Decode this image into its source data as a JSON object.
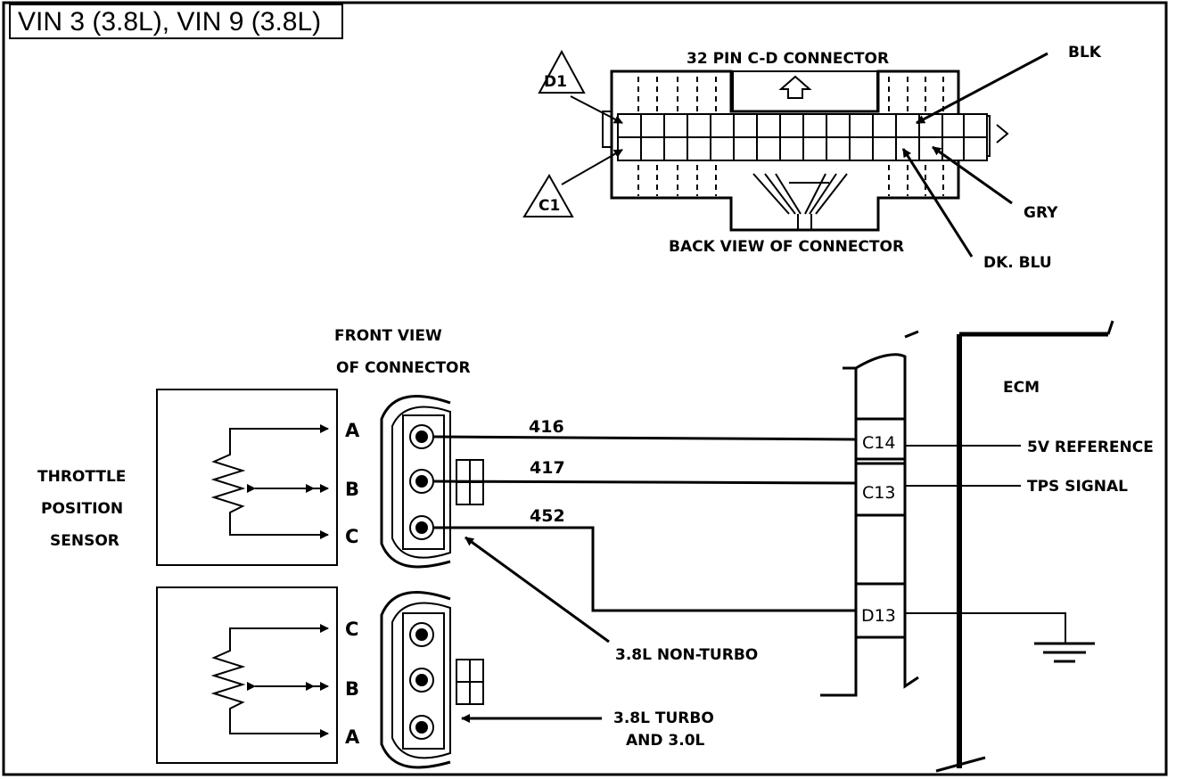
{
  "title": "VIN 3 (3.8L), VIN 9 (3.8L)",
  "back_connector": {
    "title": "32 PIN C-D  CONNECTOR",
    "caption": "BACK VIEW OF CONNECTOR",
    "row_d": "D1",
    "row_c": "C1",
    "wire_blk": "BLK",
    "wire_gry": "GRY",
    "wire_dkblu": "DK. BLU"
  },
  "front_connector": {
    "caption_line1": "FRONT VIEW",
    "caption_line2": "OF CONNECTOR"
  },
  "sensor": {
    "label_line1": "THROTTLE",
    "label_line2": "POSITION",
    "label_line3": "SENSOR",
    "upper_terminals": [
      "A",
      "B",
      "C"
    ],
    "lower_terminals": [
      "C",
      "B",
      "A"
    ]
  },
  "wires": {
    "w1": "416",
    "w2": "417",
    "w3": "452"
  },
  "ecm": {
    "label": "ECM",
    "pin_c14": "C14",
    "pin_c13": "C13",
    "pin_d13": "D13",
    "sig_ref": "5V REFERENCE",
    "sig_tps": "TPS SIGNAL"
  },
  "callouts": {
    "non_turbo": "3.8L NON-TURBO",
    "turbo_line1": "3.8L TURBO",
    "turbo_line2": "AND 3.0L"
  }
}
